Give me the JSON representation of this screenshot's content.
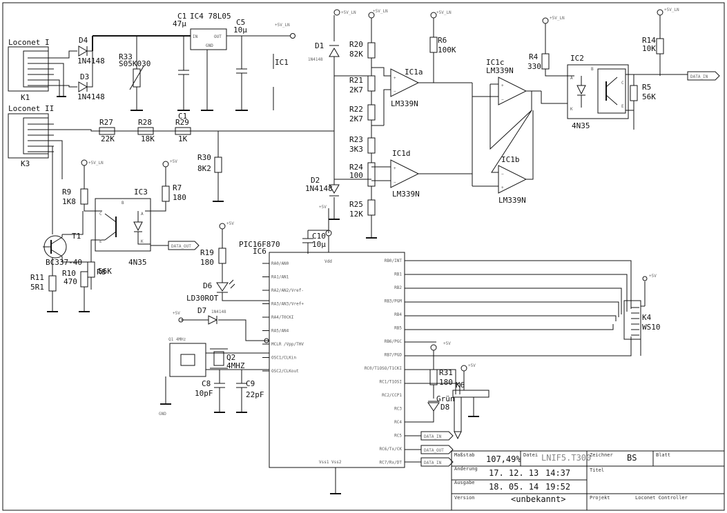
{
  "connectors": {
    "loconet1": "Loconet I",
    "loconet2": "Loconet II",
    "k1": "K1",
    "k3": "K3",
    "k4_name": "K4",
    "k4_value": "WS10",
    "k6": "K6"
  },
  "power_labels": {
    "vln": "+5V_LN",
    "v5": "+5V",
    "gnd": "GND"
  },
  "components": {
    "c1": {
      "name": "C1",
      "value": "47µ"
    },
    "ic4": {
      "name": "IC4 78L05"
    },
    "c5": {
      "name": "C5",
      "value": "10µ"
    },
    "ic1": {
      "name": "IC1"
    },
    "d4": {
      "name": "D4",
      "value": "1N4148"
    },
    "d3": {
      "name": "D3",
      "value": "1N4148"
    },
    "r33": {
      "name": "R33",
      "value": "S05K030"
    },
    "r27": {
      "name": "R27",
      "value": "22K"
    },
    "r28": {
      "name": "R28",
      "value": "18K"
    },
    "r29": {
      "name": "R29",
      "value": "1K"
    },
    "r30": {
      "name": "R30",
      "value": "8K2"
    },
    "d1": {
      "name": "D1",
      "value": "1N4148"
    },
    "d2": {
      "name": "D2",
      "value": "1N4148"
    },
    "r20": {
      "name": "R20",
      "value": "82K"
    },
    "r21": {
      "name": "R21",
      "value": "2K7"
    },
    "r22": {
      "name": "R22",
      "value": "2K7"
    },
    "r23": {
      "name": "R23",
      "value": "3K3"
    },
    "r24": {
      "name": "R24",
      "value": "100"
    },
    "r25": {
      "name": "R25",
      "value": "12K"
    },
    "r6": {
      "name": "R6",
      "value": "100K"
    },
    "ic1a": {
      "name": "IC1a",
      "value": "LM339N"
    },
    "ic1c": {
      "name": "IC1c",
      "value": "LM339N"
    },
    "ic1d": {
      "name": "IC1d",
      "value": "LM339N"
    },
    "ic1b": {
      "name": "IC1b",
      "value": "LM339N"
    },
    "r4": {
      "name": "R4",
      "value": "330"
    },
    "ic2": {
      "name": "IC2",
      "value": "4N35"
    },
    "r5": {
      "name": "R5",
      "value": "56K"
    },
    "r14": {
      "name": "R14",
      "value": "10K"
    },
    "r9": {
      "name": "R9",
      "value": "1K8"
    },
    "ic3": {
      "name": "IC3",
      "value": "4N35"
    },
    "r7": {
      "name": "R7",
      "value": "180"
    },
    "t1": {
      "name": "T1",
      "value": "BC337-40"
    },
    "r8": {
      "name": "R8",
      "value": "56K"
    },
    "r10": {
      "name": "R10",
      "value": "470"
    },
    "r11": {
      "name": "R11",
      "value": "5R1"
    },
    "r19": {
      "name": "R19",
      "value": "180"
    },
    "d6": {
      "name": "D6",
      "value": "LD30ROT"
    },
    "d7": {
      "name": "D7",
      "value": "1N4148"
    },
    "q2": {
      "name": "Q2",
      "value": "4MHZ"
    },
    "q1": {
      "name": "Q1 4MHz"
    },
    "c8": {
      "name": "C8",
      "value": "10pF"
    },
    "c9": {
      "name": "C9",
      "value": "22pF"
    },
    "c10": {
      "name": "C10",
      "value": "10µ"
    },
    "ic6": {
      "name": "IC6",
      "value": "PIC16F870"
    },
    "r31": {
      "name": "R31",
      "value": "180"
    },
    "d8": {
      "name": "D8",
      "value": "Grün"
    }
  },
  "nets": {
    "data_in": "DATA_IN",
    "data_out": "DATA_OUT"
  },
  "pic_pins": {
    "left": [
      "RA0/AN0",
      "RA1/AN1",
      "RA2/AN2/Vref-",
      "RA3/AN3/Vref+",
      "RA4/T0CKI",
      "RA5/AN4",
      "MCLR /Vpp/THV",
      "OSC1/CLKin",
      "OSC2/CLKout"
    ],
    "right": [
      "RB0/INT",
      "RB1",
      "RB2",
      "RB3/PGM",
      "RB4",
      "RB5",
      "RB6/PGC",
      "RB7/PGD",
      "RC0/T1OSO/T1CKI",
      "RC1/T1OSI",
      "RC2/CCP1",
      "RC3",
      "RC4",
      "RC5",
      "RC6/Tx/CK",
      "RC7/Rx/DT"
    ],
    "vdd": "Vdd",
    "vss": "Vss1 Vss2"
  },
  "title_block": {
    "massstab_label": "Maßstab",
    "massstab_value": "107,49%",
    "datei_label": "Datei",
    "datei_value": "LNIF5.T300",
    "zeichner_label": "Zeichner",
    "zeichner_value": "BS",
    "blatt_label": "Blatt",
    "aenderung_label": "Änderung",
    "aenderung_date": "17. 12. 13",
    "aenderung_time": "14:37",
    "titel_label": "Titel",
    "ausgabe_label": "Ausgabe",
    "ausgabe_date": "18. 05. 14",
    "ausgabe_time": "19:52",
    "version_label": "Version",
    "version_value": "<unbekannt>",
    "projekt_label": "Projekt",
    "projekt_value": "Loconet Controller"
  }
}
